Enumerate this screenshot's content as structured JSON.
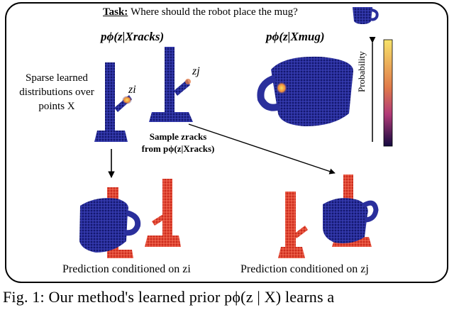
{
  "figure": {
    "task_label": "Task:",
    "task_question": "Where should the robot place the mug?",
    "label_racks": "pϕ(z|Xracks)",
    "label_mug": "pϕ(z|Xmug)",
    "sparse_text": "Sparse learned distributions over points X",
    "z_i": "zi",
    "z_j": "zj",
    "sample_line1": "Sample zracks",
    "sample_line2": "from pϕ(z|Xracks)",
    "colorbar_label": "Probability",
    "pred_i": "Prediction conditioned on zi",
    "pred_j": "Prediction conditioned on zj"
  },
  "caption": "Fig. 1: Our method's learned prior pϕ(z | X) learns a",
  "colors": {
    "point_blue": "#1a1f8c",
    "point_red": "#e03a28",
    "hot_yellow": "#f5d94a",
    "hot_orange": "#f08a30",
    "colorbar_top": "#f7e36a",
    "colorbar_mid": "#b23a78",
    "colorbar_bottom": "#140a40"
  }
}
